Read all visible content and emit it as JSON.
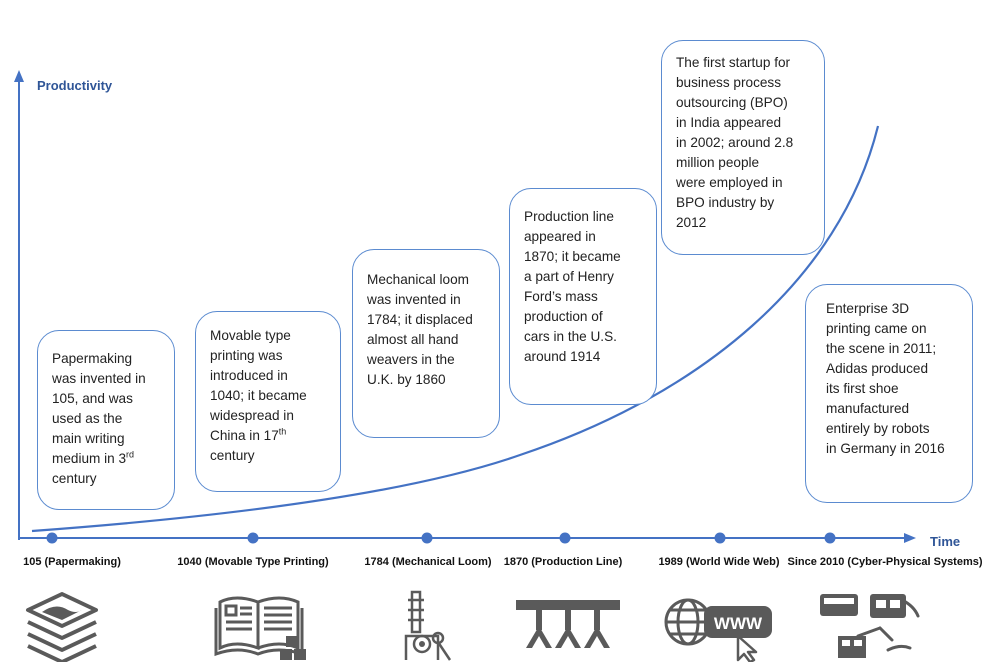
{
  "axes": {
    "y_label": "Productivity",
    "x_label": "Time"
  },
  "colors": {
    "axis": "#4472c4",
    "curve": "#4472c4",
    "box_border": "#5b8bd0",
    "label": "#2f5597",
    "icon": "#5a5a5a"
  },
  "boxes": [
    {
      "pre": "Papermaking\nwas invented in\n105, and was\nused as the\nmain writing\nmedium in 3",
      "sup": "rd",
      "post": "\ncentury"
    },
    {
      "pre": "Movable type\nprinting was\nintroduced in\n1040; it became\nwidespread in\nChina in 17",
      "sup": "th",
      "post": "\ncentury"
    },
    {
      "pre": "Mechanical loom\nwas invented in\n1784; it displaced\nalmost all hand\nweavers in the\nU.K. by 1860",
      "sup": "",
      "post": ""
    },
    {
      "pre": "Production line\nappeared in\n1870; it became\na part of Henry\nFord’s mass\nproduction of\ncars in the U.S.\naround 1914",
      "sup": "",
      "post": ""
    },
    {
      "pre": "The first startup for\nbusiness process\noutsourcing (BPO)\nin India appeared\nin 2002; around 2.8\nmillion people\nwere employed in\nBPO industry by\n2012",
      "sup": "",
      "post": ""
    },
    {
      "pre": "Enterprise 3D\nprinting came on\nthe scene in 2011;\nAdidas produced\nits first shoe\nmanufactured\nentirely by robots\nin Germany in 2016",
      "sup": "",
      "post": ""
    }
  ],
  "milestones": [
    {
      "label": "105 (Papermaking)",
      "icon": "paper-stack-icon"
    },
    {
      "label": "1040 (Movable Type Printing)",
      "icon": "open-book-icon"
    },
    {
      "label": "1784 (Mechanical Loom)",
      "icon": "loom-machine-icon"
    },
    {
      "label": "1870 (Production Line)",
      "icon": "production-line-icon"
    },
    {
      "label": "1989 (World Wide Web)",
      "icon": "www-globe-icon"
    },
    {
      "label": "Since 2010 (Cyber-Physical Systems)",
      "icon": "robotics-icon"
    }
  ]
}
